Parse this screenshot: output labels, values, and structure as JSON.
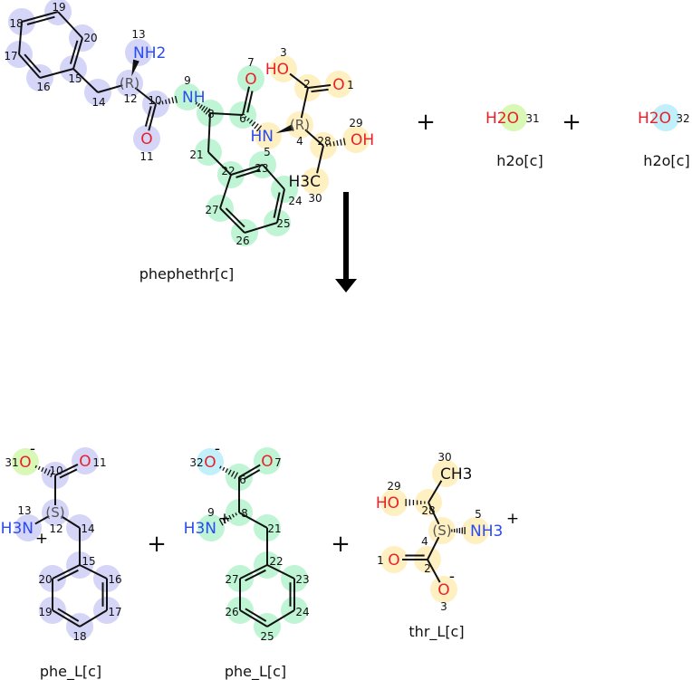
{
  "colors": {
    "blue": "#d5d5f7",
    "green": "#bff5d5",
    "yellow": "#fff0c2",
    "lime": "#d9f7b5",
    "cyan": "#c2f0fa",
    "oxygen": "#e8202a",
    "nitrogen": "#2a4bef",
    "bond": "#111111"
  },
  "reaction": {
    "reactants": [
      {
        "name": "phephethr[c]",
        "atoms": [
          {
            "n": "1",
            "label": "O",
            "hl": "yellow"
          },
          {
            "n": "2",
            "label": "",
            "hl": "yellow"
          },
          {
            "n": "3",
            "label": "HO",
            "hl": "yellow"
          },
          {
            "n": "4",
            "label": "(R)",
            "hl": "yellow"
          },
          {
            "n": "5",
            "label": "HN",
            "hl": "yellow"
          },
          {
            "n": "6",
            "label": "",
            "hl": "green"
          },
          {
            "n": "7",
            "label": "O",
            "hl": "green"
          },
          {
            "n": "8",
            "label": "",
            "hl": "green"
          },
          {
            "n": "9",
            "label": "NH",
            "hl": "green"
          },
          {
            "n": "10",
            "label": "",
            "hl": "blue"
          },
          {
            "n": "11",
            "label": "O",
            "hl": "blue"
          },
          {
            "n": "12",
            "label": "(R)",
            "hl": "blue"
          },
          {
            "n": "13",
            "label": "NH2",
            "hl": "blue"
          },
          {
            "n": "14",
            "label": "",
            "hl": "blue"
          },
          {
            "n": "15",
            "label": "",
            "hl": "blue"
          },
          {
            "n": "16",
            "label": "",
            "hl": "blue"
          },
          {
            "n": "17",
            "label": "",
            "hl": "blue"
          },
          {
            "n": "18",
            "label": "",
            "hl": "blue"
          },
          {
            "n": "19",
            "label": "",
            "hl": "blue"
          },
          {
            "n": "20",
            "label": "",
            "hl": "blue"
          },
          {
            "n": "21",
            "label": "",
            "hl": "green"
          },
          {
            "n": "22",
            "label": "",
            "hl": "green"
          },
          {
            "n": "23",
            "label": "",
            "hl": "green"
          },
          {
            "n": "24",
            "label": "",
            "hl": "green"
          },
          {
            "n": "25",
            "label": "",
            "hl": "green"
          },
          {
            "n": "26",
            "label": "",
            "hl": "green"
          },
          {
            "n": "27",
            "label": "",
            "hl": "green"
          },
          {
            "n": "28",
            "label": "",
            "hl": "yellow"
          },
          {
            "n": "29",
            "label": "OH",
            "hl": "yellow"
          },
          {
            "n": "30",
            "label": "H3C",
            "hl": "yellow"
          }
        ]
      },
      {
        "name": "h2o[c]",
        "atoms": [
          {
            "n": "31",
            "label": "H2O",
            "hl": "lime"
          }
        ]
      },
      {
        "name": "h2o[c]",
        "atoms": [
          {
            "n": "32",
            "label": "H2O",
            "hl": "cyan"
          }
        ]
      }
    ],
    "products": [
      {
        "name": "phe_L[c]",
        "atoms": [
          {
            "n": "31",
            "label": "O",
            "hl": "lime",
            "charge": "-"
          },
          {
            "n": "11",
            "label": "O",
            "hl": "blue"
          },
          {
            "n": "10",
            "label": "",
            "hl": "blue"
          },
          {
            "n": "12",
            "label": "(S)",
            "hl": "blue"
          },
          {
            "n": "13",
            "label": "H3N",
            "hl": "blue",
            "charge": "+"
          },
          {
            "n": "14",
            "label": "",
            "hl": "blue"
          },
          {
            "n": "15",
            "label": "",
            "hl": "blue"
          },
          {
            "n": "16",
            "label": "",
            "hl": "blue"
          },
          {
            "n": "17",
            "label": "",
            "hl": "blue"
          },
          {
            "n": "18",
            "label": "",
            "hl": "blue"
          },
          {
            "n": "19",
            "label": "",
            "hl": "blue"
          },
          {
            "n": "20",
            "label": "",
            "hl": "blue"
          }
        ]
      },
      {
        "name": "phe_L[c]",
        "atoms": [
          {
            "n": "32",
            "label": "O",
            "hl": "cyan",
            "charge": "-"
          },
          {
            "n": "7",
            "label": "O",
            "hl": "green"
          },
          {
            "n": "6",
            "label": "",
            "hl": "green"
          },
          {
            "n": "8",
            "label": "",
            "hl": "green"
          },
          {
            "n": "9",
            "label": "H3N",
            "hl": "green",
            "charge": "+"
          },
          {
            "n": "21",
            "label": "",
            "hl": "green"
          },
          {
            "n": "22",
            "label": "",
            "hl": "green"
          },
          {
            "n": "23",
            "label": "",
            "hl": "green"
          },
          {
            "n": "24",
            "label": "",
            "hl": "green"
          },
          {
            "n": "25",
            "label": "",
            "hl": "green"
          },
          {
            "n": "26",
            "label": "",
            "hl": "green"
          },
          {
            "n": "27",
            "label": "",
            "hl": "green"
          }
        ]
      },
      {
        "name": "thr_L[c]",
        "atoms": [
          {
            "n": "30",
            "label": "CH3",
            "hl": "yellow"
          },
          {
            "n": "29",
            "label": "HO",
            "hl": "yellow"
          },
          {
            "n": "28",
            "label": "",
            "hl": "yellow"
          },
          {
            "n": "4",
            "label": "(S)",
            "hl": "yellow"
          },
          {
            "n": "5",
            "label": "NH3",
            "hl": "yellow",
            "charge": "+"
          },
          {
            "n": "2",
            "label": "",
            "hl": "yellow"
          },
          {
            "n": "1",
            "label": "O",
            "hl": "yellow"
          },
          {
            "n": "3",
            "label": "O",
            "hl": "yellow",
            "charge": "-"
          }
        ]
      }
    ],
    "plus_sign": "+"
  }
}
